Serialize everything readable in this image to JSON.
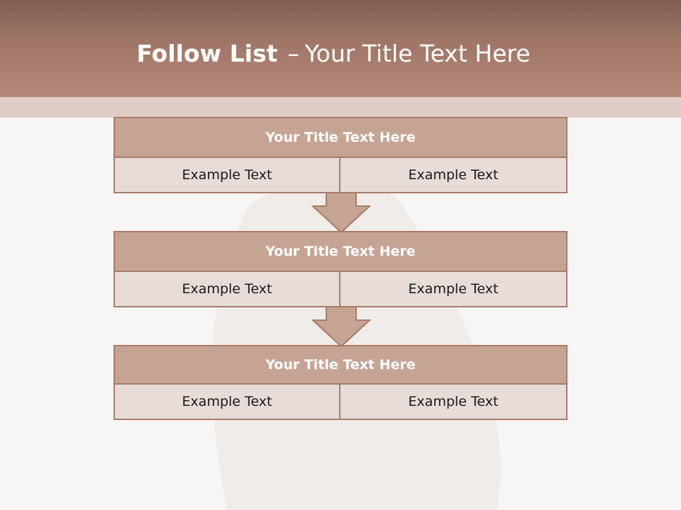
{
  "slide": {
    "title_bold": "Follow List",
    "title_sep": "–",
    "title_rest": "Your Title Text Here"
  },
  "steps": [
    {
      "title": "Your Title Text Here",
      "left": "Example Text",
      "right": "Example Text"
    },
    {
      "title": "Your Title Text Here",
      "left": "Example Text",
      "right": "Example Text"
    },
    {
      "title": "Your Title Text Here",
      "left": "Example Text",
      "right": "Example Text"
    }
  ],
  "colors": {
    "header": "#b5897a",
    "title_box": "#c6a494",
    "cell_box": "#e7dcd8",
    "border": "#a97b6a"
  }
}
